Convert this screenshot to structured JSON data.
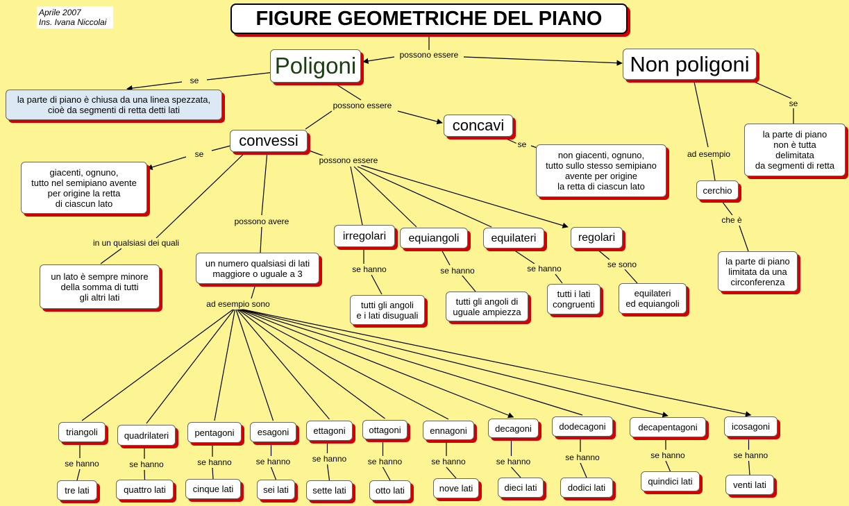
{
  "credit": {
    "line1": "Aprile 2007",
    "line2": "Ins. Ivana Niccolai"
  },
  "title": "FIGURE GEOMETRICHE DEL PIANO",
  "nodes": {
    "poligoni": "Poligoni",
    "non_poligoni": "Non poligoni",
    "def_poligoni": "la parte di piano è chiusa da una linea spezzata,\ncioè da segmenti di retta detti lati",
    "def_non_poligoni": "la parte di piano\nnon è tutta\ndelimitata\nda segmenti di retta",
    "convessi": "convessi",
    "concavi": "concavi",
    "def_concavi": "non giacenti, ognuno,\ntutto sullo stesso semipiano\navente per origine\nla retta di ciascun lato",
    "def_convessi": "giacenti, ognuno,\ntutto nel semipiano avente\nper origine la retta\ndi ciascun lato",
    "lato_minore": "un lato è sempre minore\ndella somma di tutti\ngli altri lati",
    "numero_lati": "un numero qualsiasi di lati\nmaggiore o uguale a 3",
    "irregolari": "irregolari",
    "equiangoli": "equiangoli",
    "equilateri": "equilateri",
    "regolari": "regolari",
    "irregolari_prop": "tutti gli angoli\ne i lati disuguali",
    "equiangoli_prop": "tutti gli angoli di\nuguale ampiezza",
    "equilateri_prop": "tutti i lati\ncongruenti",
    "regolari_prop": "equilateri\ned equiangoli",
    "cerchio": "cerchio",
    "cerchio_def": "la parte di piano\nlimitata da una\ncirconferenza"
  },
  "labels": {
    "possono_essere": "possono essere",
    "se": "se",
    "possono_avere": "possono avere",
    "in_un_qualsiasi": "in un qualsiasi dei quali",
    "ad_esempio_sono": "ad esempio sono",
    "ad_esempio": "ad esempio",
    "che_e": "che è",
    "se_hanno": "se hanno",
    "se_sono": "se sono"
  },
  "polygons": [
    {
      "name": "triangoli",
      "sides": "tre lati"
    },
    {
      "name": "quadrilateri",
      "sides": "quattro lati"
    },
    {
      "name": "pentagoni",
      "sides": "cinque lati"
    },
    {
      "name": "esagoni",
      "sides": "sei lati"
    },
    {
      "name": "ettagoni",
      "sides": "sette lati"
    },
    {
      "name": "ottagoni",
      "sides": "otto lati"
    },
    {
      "name": "ennagoni",
      "sides": "nove lati"
    },
    {
      "name": "decagoni",
      "sides": "dieci lati"
    },
    {
      "name": "dodecagoni",
      "sides": "dodici lati"
    },
    {
      "name": "decapentagoni",
      "sides": "quindici lati"
    },
    {
      "name": "icosagoni",
      "sides": "venti lati"
    }
  ],
  "colors": {
    "background": "#fdf594",
    "shadow": "#d40000",
    "poligoni_text": "#1a3d12",
    "blue_box": "#dce9f5"
  }
}
